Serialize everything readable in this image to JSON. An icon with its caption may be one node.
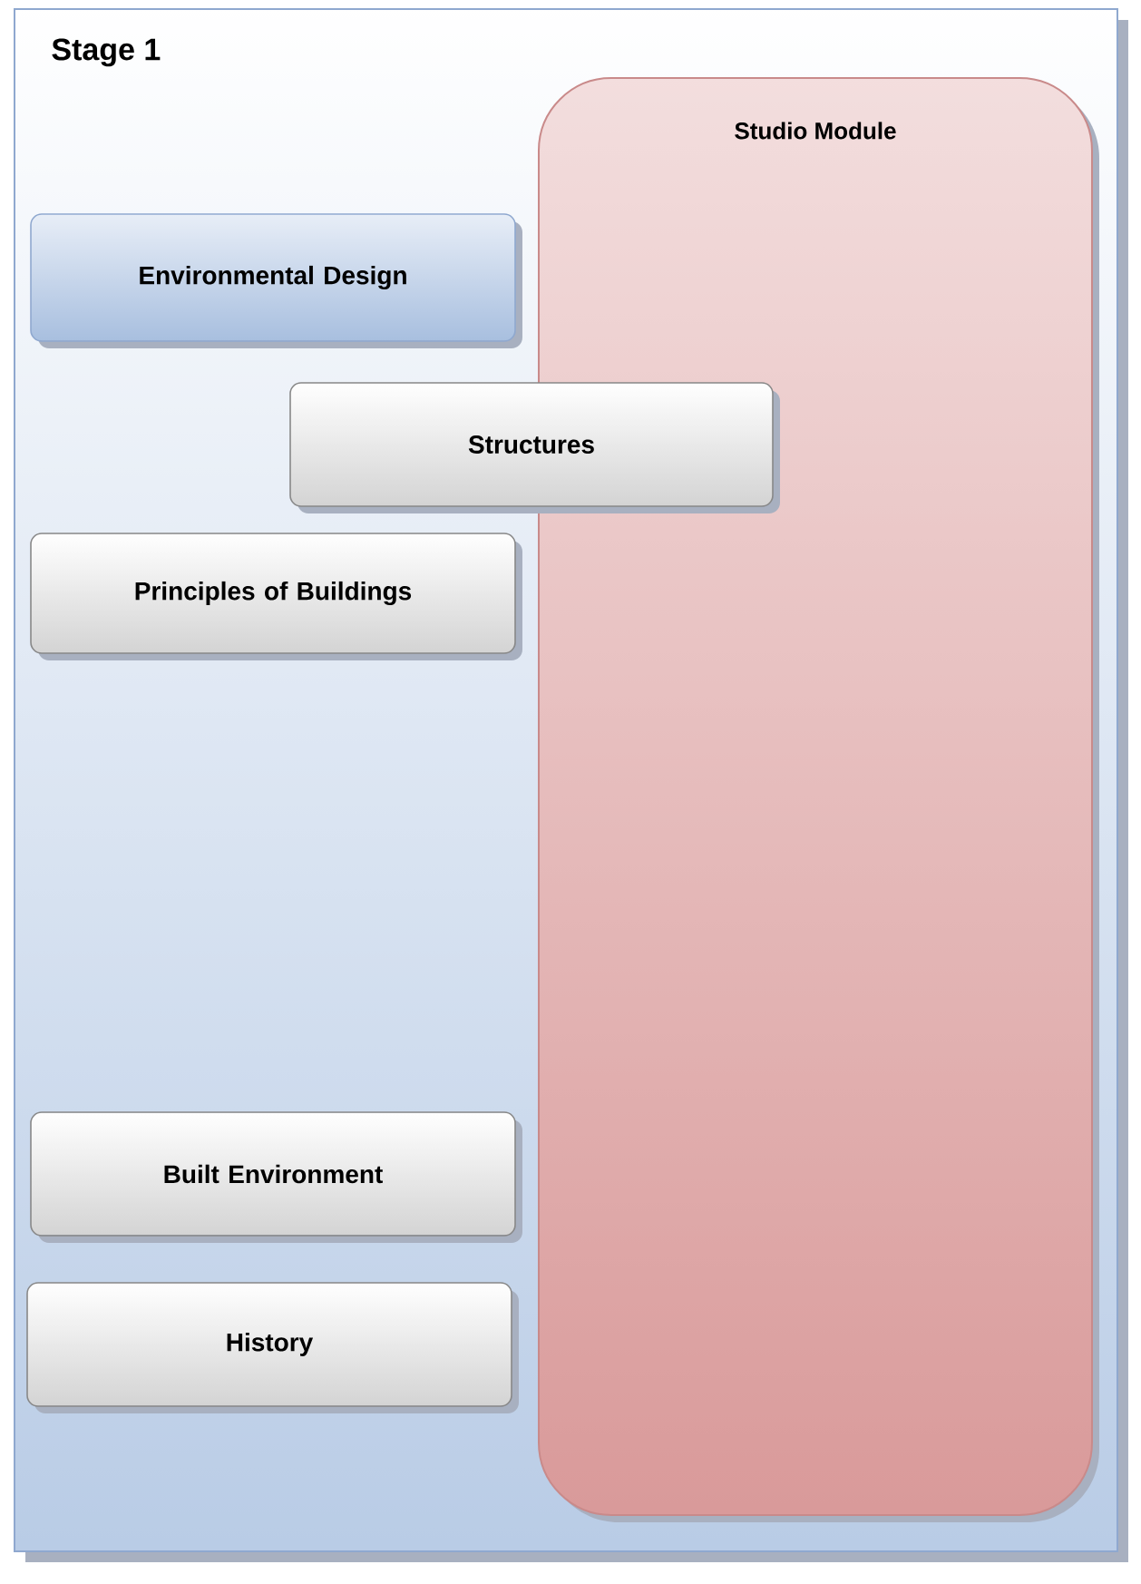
{
  "diagram": {
    "nodes": [
      {
        "text": [
          "Stage 1"
        ]
      },
      {
        "text": [
          "Studio Module"
        ],
        "in": 0
      },
      {
        "text": [
          "Environmental Design"
        ],
        "in": 0
      },
      {
        "text": [
          "Structures"
        ],
        "in": 0
      },
      {
        "text": [
          "Principles of Buildings"
        ],
        "in": 0
      },
      {
        "text": [
          "Built Environment"
        ],
        "in": 0
      },
      {
        "text": [
          "History"
        ],
        "in": 0
      }
    ]
  }
}
